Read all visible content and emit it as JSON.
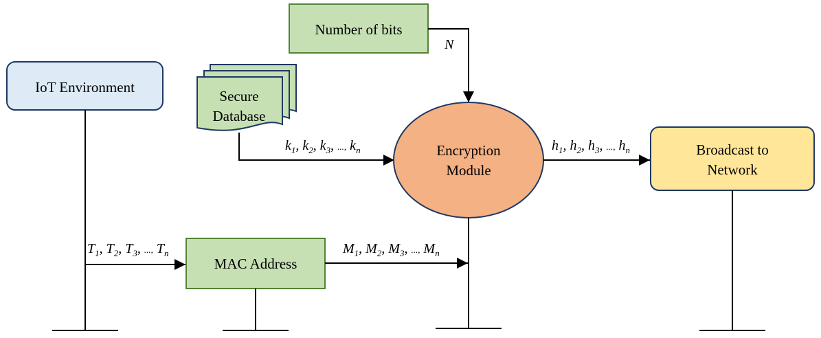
{
  "nodes": {
    "iot_environment": {
      "label": "IoT Environment"
    },
    "number_of_bits": {
      "label": "Number of bits"
    },
    "secure_database": {
      "line1": "Secure",
      "line2": "Database"
    },
    "encryption_module": {
      "line1": "Encryption",
      "line2": "Module"
    },
    "broadcast": {
      "line1": "Broadcast to",
      "line2": "Network"
    },
    "mac_address": {
      "label": "MAC Address"
    }
  },
  "edges": {
    "n_label": "N",
    "keys": {
      "base": "k",
      "subs": [
        "1",
        "2",
        "3",
        "n"
      ],
      "sep": ", ",
      "ellipsis": "...,"
    },
    "hashes": {
      "base": "h",
      "subs": [
        "1",
        "2",
        "3",
        "n"
      ],
      "sep": ", ",
      "ellipsis": "...,"
    },
    "times": {
      "base": "T",
      "subs": [
        "1",
        "2",
        "3",
        "n"
      ],
      "sep": ", ",
      "ellipsis": "...,"
    },
    "macs": {
      "base": "M",
      "subs": [
        "1",
        "2",
        "3",
        "n"
      ],
      "sep": ", ",
      "ellipsis": "...,"
    }
  },
  "colors": {
    "green_fill": "#c6e0b4",
    "green_stroke": "#548235",
    "blue_fill": "#deebf7",
    "blue_stroke": "#1f3864",
    "orange_fill": "#f4b183",
    "yellow_fill": "#ffe699",
    "stroke_dark": "#1f3864"
  }
}
